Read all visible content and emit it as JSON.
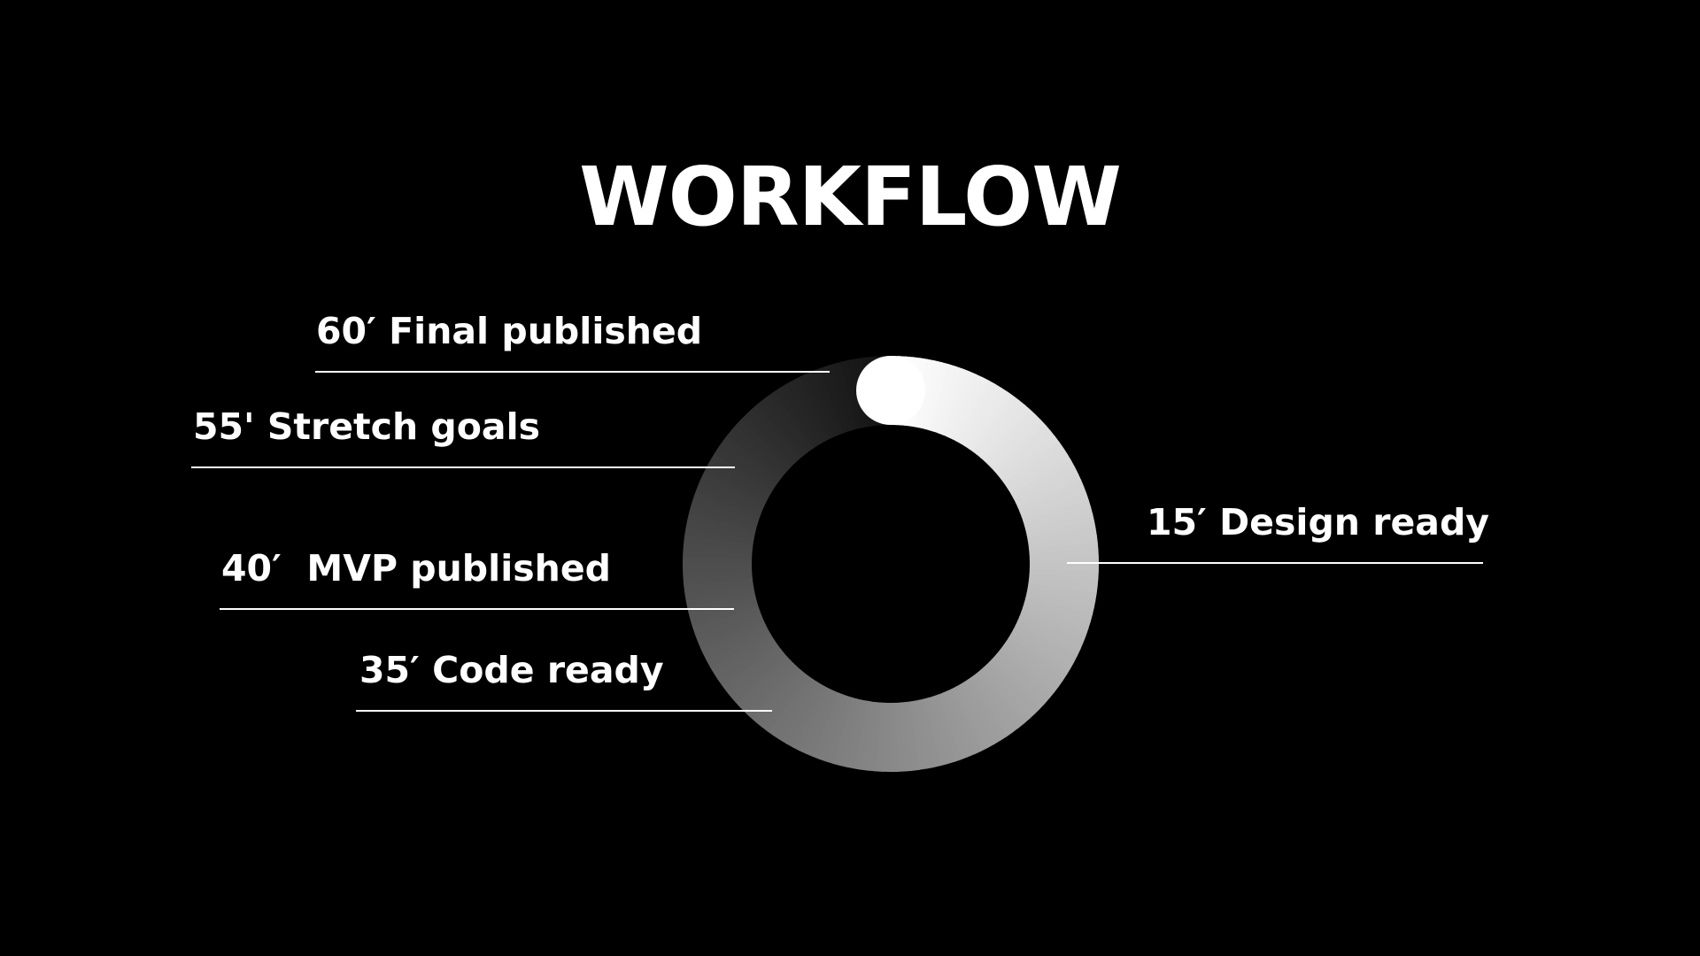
{
  "title": "WORKFLOW",
  "colors": {
    "background": "#000000",
    "text": "#ffffff",
    "ring_start": "#ffffff",
    "ring_end": "#111111"
  },
  "milestones": [
    {
      "label": "15′ Design ready"
    },
    {
      "label": "35′ Code ready"
    },
    {
      "label": "40′  MVP published"
    },
    {
      "label": "55' Stretch goals"
    },
    {
      "label": "60′ Final published"
    }
  ]
}
